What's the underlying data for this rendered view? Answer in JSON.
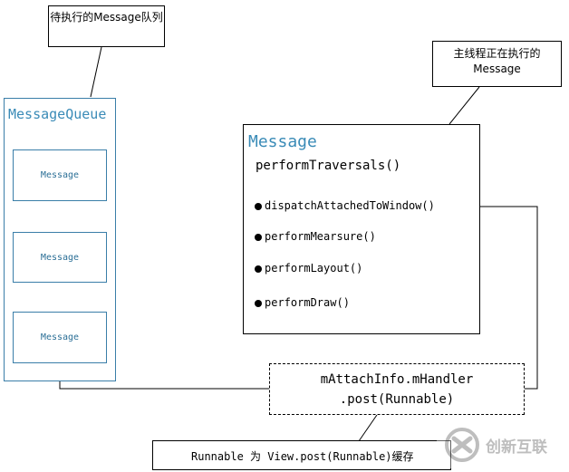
{
  "notes": {
    "queue_note": "待执行的Message队列",
    "main_thread_note": "主线程正在执行的Message",
    "runnable_note": "Runnable 为 View.post(Runnable)缓存"
  },
  "queue": {
    "title": "MessageQueue",
    "items": [
      "Message",
      "Message",
      "Message"
    ]
  },
  "message": {
    "title": "Message",
    "traversal": "performTraversals()",
    "calls": [
      "dispatchAttachedToWindow()",
      "performMearsure()",
      "performLayout()",
      "performDraw()"
    ]
  },
  "handler": {
    "line1": "mAttachInfo.mHandler",
    "line2": ".post(Runnable)"
  },
  "watermark": {
    "text": "创新互联",
    "icon": "brand-logo-icon",
    "color": "#8a8a8a"
  }
}
